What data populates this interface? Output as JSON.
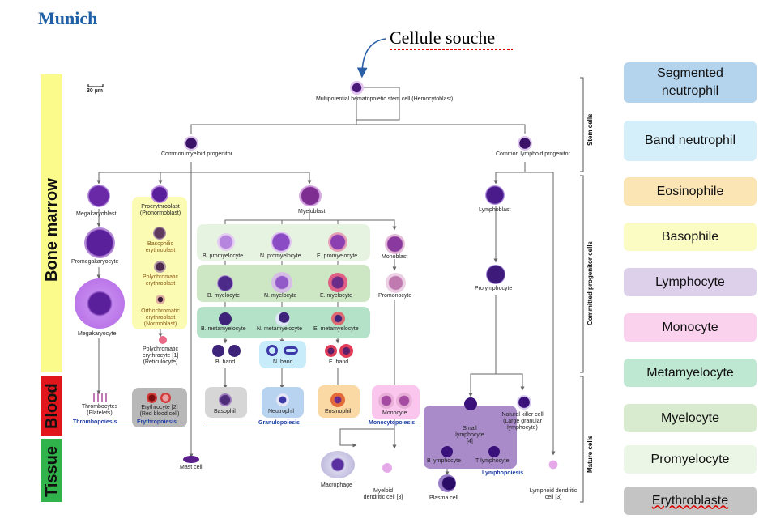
{
  "title": "Munich",
  "annotation": "Cellule souche",
  "scale_bar": "30 µm",
  "bars": {
    "bone_marrow": "Bone marrow",
    "blood": "Blood",
    "tissue": "Tissue"
  },
  "side_labels": {
    "stem": "Stem cells",
    "committed": "Committed progenitor cells",
    "mature": "Mature cells"
  },
  "nodes": {
    "stem_cell": "Multipotential hematopoietic stem cell (Hemocytoblast)",
    "myeloid_progenitor": "Common myeloid progenitor",
    "lymphoid_progenitor": "Common lymphoid progenitor",
    "megakaryoblast": "Megakaryoblast",
    "promegakaryocyte": "Promegakaryocyte",
    "megakaryocyte": "Megakaryocyte",
    "proerythroblast": "Proerythroblast (Pronormoblast)",
    "basophilic_erythroblast": "Basophilic erythroblast",
    "polychromatic_erythroblast": "Polychromatic erythroblast",
    "orthochromatic_erythroblast": "Orthochromatic erythroblast (Normoblast)",
    "polychromatic_erythrocyte": "Polychromatic erythrocyte [1] (Reticulocyte)",
    "myeloblast": "Myeloblast",
    "b_promyelocyte": "B. promyelocyte",
    "n_promyelocyte": "N. promyelocyte",
    "e_promyelocyte": "E. promyelocyte",
    "monoblast": "Monoblast",
    "b_myelocyte": "B. myelocyte",
    "n_myelocyte": "N. myelocyte",
    "e_myelocyte": "E. myelocyte",
    "promonocyte": "Promonocyte",
    "b_metamyelocyte": "B. metamyelocyte",
    "n_metamyelocyte": "N. metamyelocyte",
    "e_metamyelocyte": "E. metamyelocyte",
    "b_band": "B. band",
    "n_band": "N. band",
    "e_band": "E. band",
    "lymphoblast": "Lymphoblast",
    "prolymphocyte": "Prolymphocyte",
    "thrombocytes": "Thrombocytes (Platelets)",
    "erythrocyte": "Erythrocyte [2] (Red blood cell)",
    "basophil": "Basophil",
    "neutrophil": "Neutrophil",
    "eosinophil": "Eosinophil",
    "monocyte": "Monocyte",
    "small_lymphocyte": "Small lymphocyte [4]",
    "nk_cell": "Natural killer cell (Large granular lymphocyte)",
    "b_lymphocyte": "B lymphocyte",
    "t_lymphocyte": "T lymphocyte",
    "mast_cell": "Mast cell",
    "macrophage": "Macrophage",
    "myeloid_dendritic": "Myeloid dendritic cell [3]",
    "plasma_cell": "Plasma cell",
    "lymphoid_dendritic": "Lymphoid dendritic cell [3]"
  },
  "poiesis": {
    "thrombo": "Thrombopoiesis",
    "erythro": "Erythropoiesis",
    "granulo": "Granulopoiesis",
    "monocyto": "Monocytopoiesis",
    "lympho": "Lymphopoiesis"
  },
  "legend": [
    {
      "label": "Segmented neutrophil",
      "color": "#b4d3ec"
    },
    {
      "label": "Band neutrophil",
      "color": "#d4eefa"
    },
    {
      "label": "Eosinophile",
      "color": "#fbe5b4"
    },
    {
      "label": "Basophile",
      "color": "#fbfbc4"
    },
    {
      "label": "Lymphocyte",
      "color": "#ddd0ea"
    },
    {
      "label": "Monocyte",
      "color": "#fad2ee"
    },
    {
      "label": "Metamyelocyte",
      "color": "#bfe8d2"
    },
    {
      "label": "Myelocyte",
      "color": "#d8ebcf"
    },
    {
      "label": "Promyelocyte",
      "color": "#ebf6e6"
    },
    {
      "label": "Erythroblaste",
      "color": "#c4c4c4"
    }
  ]
}
